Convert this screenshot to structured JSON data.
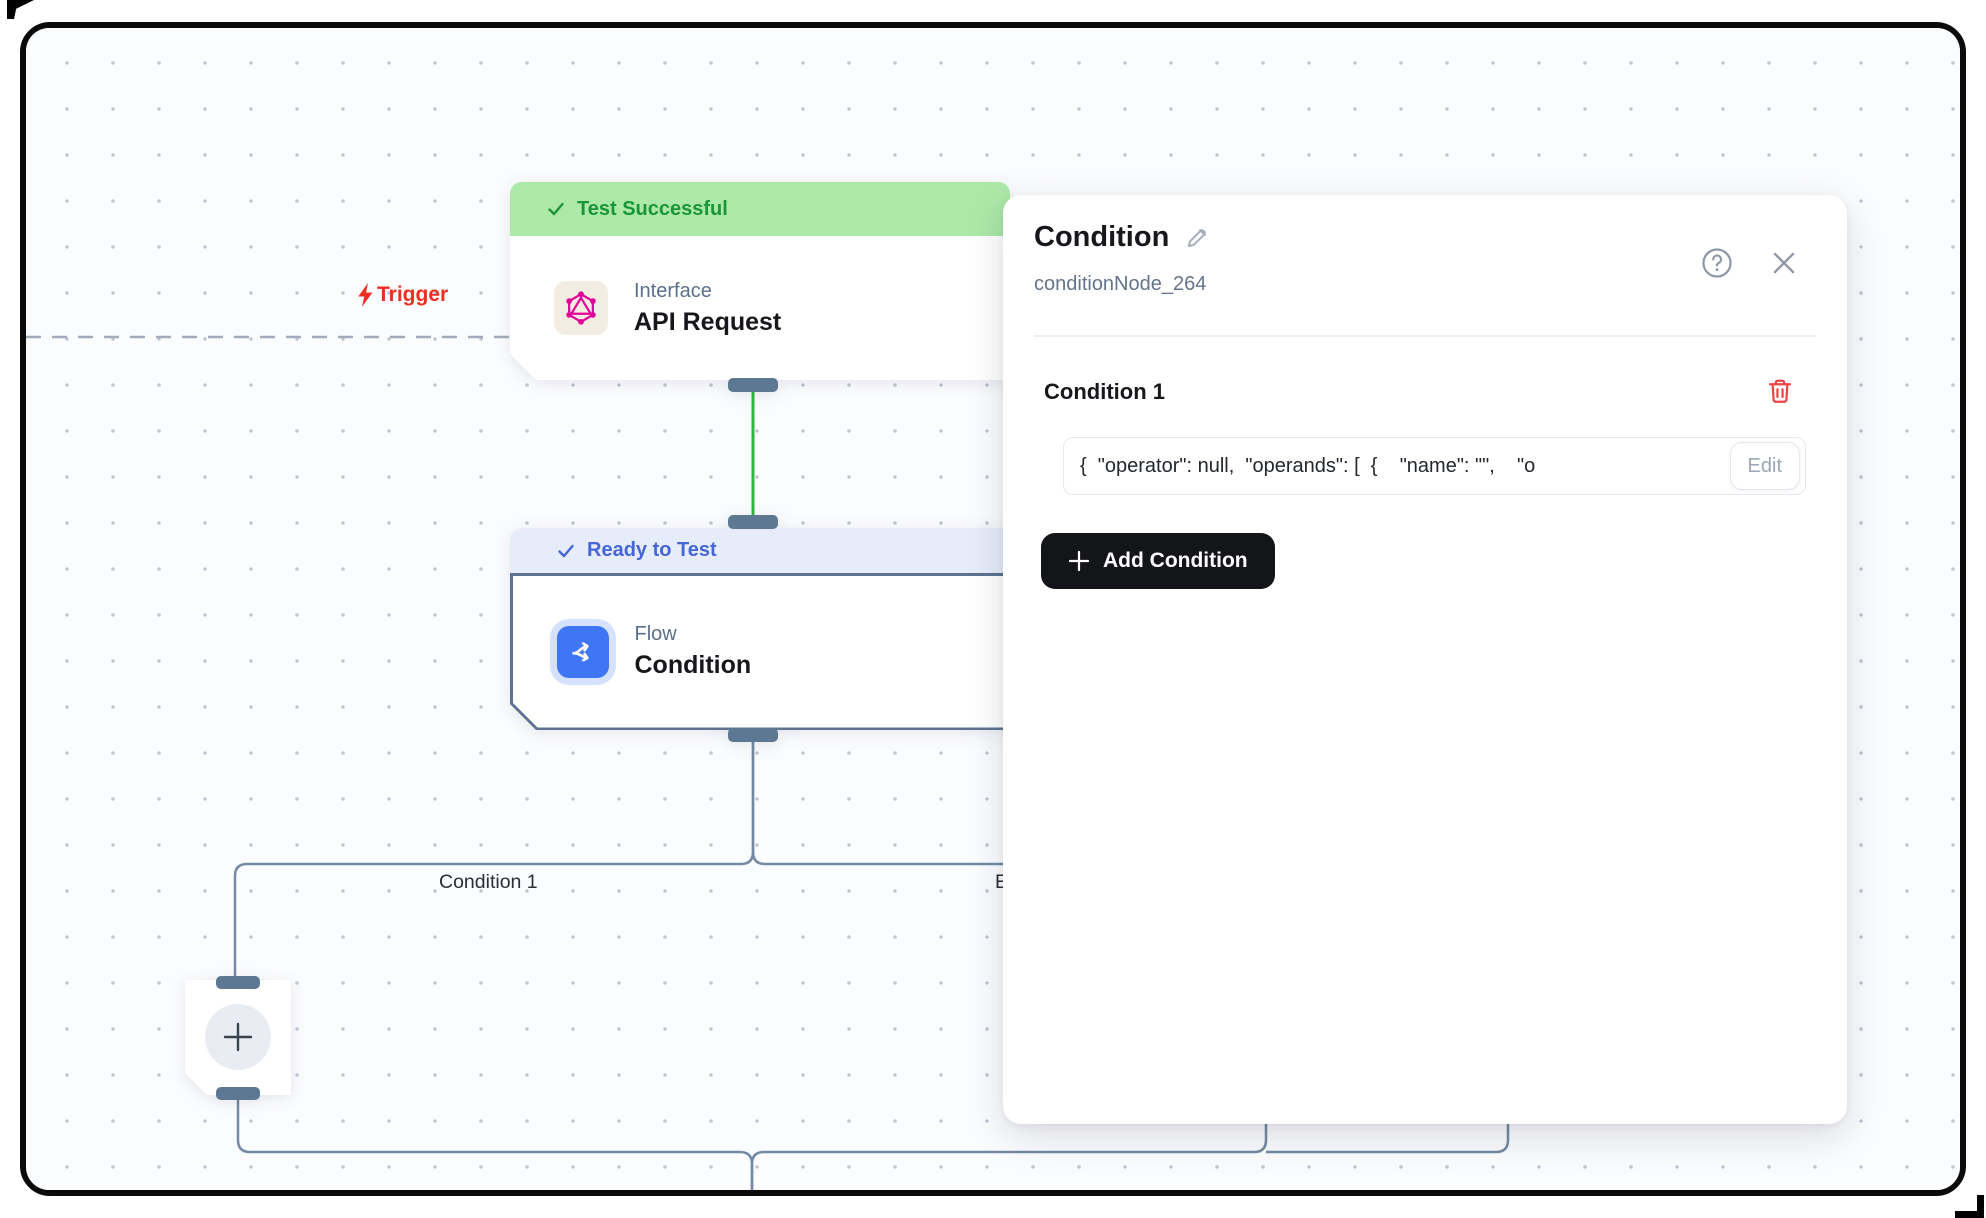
{
  "canvas": {
    "trigger_label": "Trigger",
    "api_node": {
      "status": "Test Successful",
      "category": "Interface",
      "title": "API Request"
    },
    "condition_node": {
      "status": "Ready to Test",
      "category": "Flow",
      "title": "Condition"
    },
    "branch_labels": {
      "condition1": "Condition 1",
      "else_label": "Else"
    }
  },
  "panel": {
    "title": "Condition",
    "node_id": "conditionNode_264",
    "condition_heading": "Condition 1",
    "expression_preview": "{  \"operator\": null,  \"operands\": [  {    \"name\": \"\",    \"o",
    "edit_button": "Edit",
    "add_condition_button": "Add Condition"
  },
  "colors": {
    "success_text": "#1a9639",
    "success_banner_bg": "#ace8a7",
    "ready_text": "#4566d4",
    "ready_banner_bg": "#e6ecfa",
    "edge_green": "#2eb83e",
    "edge_slate": "#7489a3",
    "handle_slate": "#5c7893",
    "trigger_red": "#f02d23",
    "flow_icon_blue": "#3e76f6",
    "graphql_pink": "#e10098",
    "danger_red": "#ee4343",
    "add_button_bg": "#141519"
  }
}
